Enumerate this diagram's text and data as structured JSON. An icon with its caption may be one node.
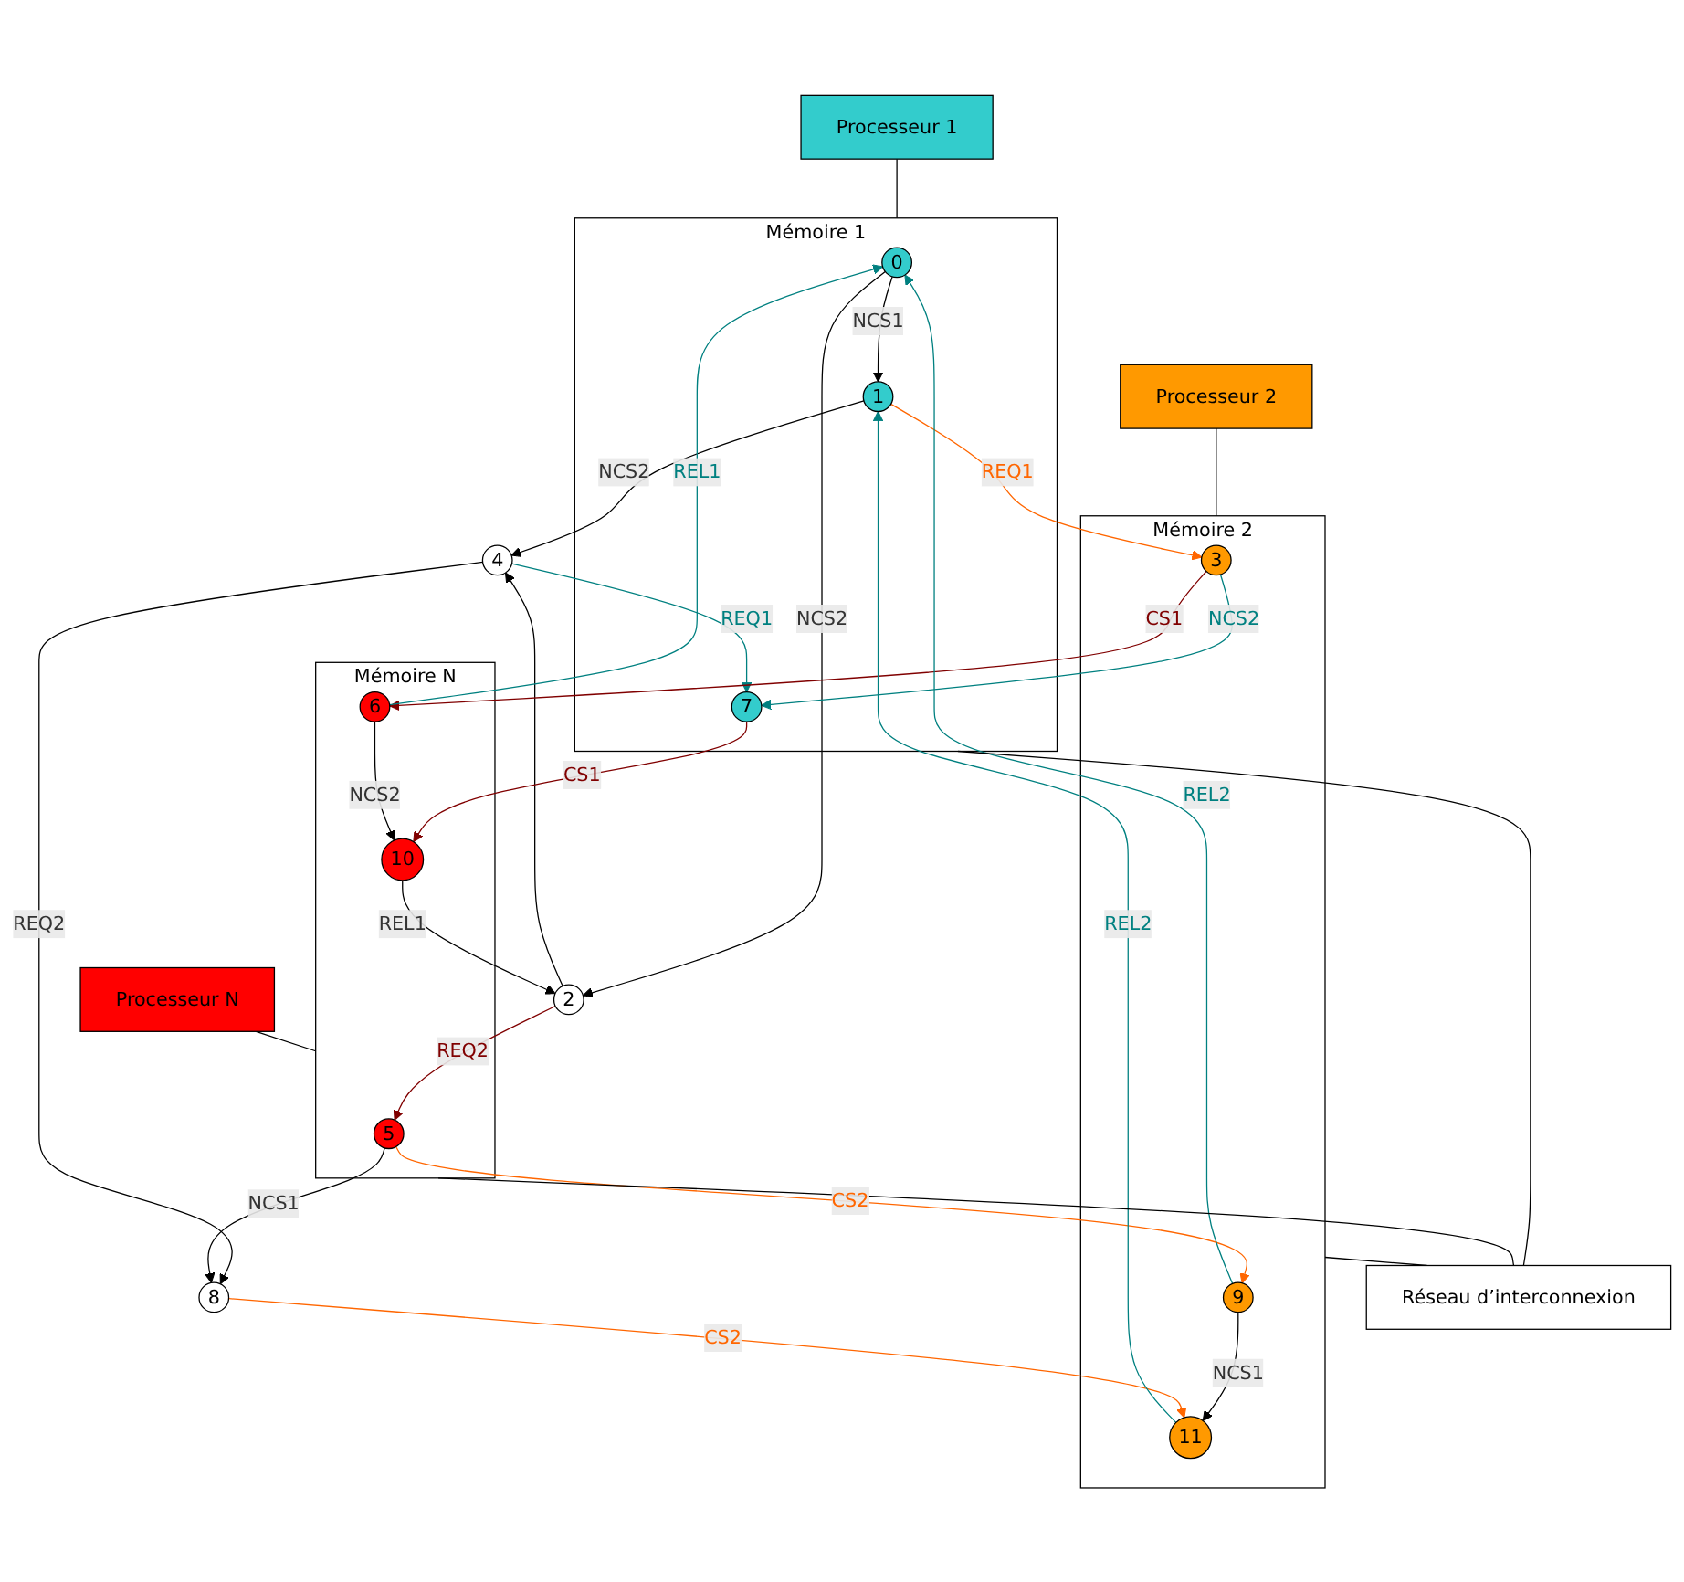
{
  "diagram": {
    "nodes": [
      {
        "text": [
          "Processeur 1"
        ]
      },
      {
        "text": [
          "Processeur 2"
        ]
      },
      {
        "text": [
          "Processeur N"
        ]
      },
      {
        "text": [
          "Mémoire 1"
        ]
      },
      {
        "text": [
          "0"
        ],
        "in": 3
      },
      {
        "text": [
          "1"
        ],
        "in": 3
      },
      {
        "text": [
          "7"
        ],
        "in": 3
      },
      {
        "text": [
          "Mémoire 2"
        ]
      },
      {
        "text": [
          "3"
        ],
        "in": 7
      },
      {
        "text": [
          "9"
        ],
        "in": 7
      },
      {
        "text": [
          "11"
        ],
        "in": 7
      },
      {
        "text": [
          "2"
        ]
      },
      {
        "text": [
          "4"
        ]
      },
      {
        "text": [
          "8"
        ]
      },
      {
        "text": [
          "Mémoire N"
        ]
      },
      {
        "text": [
          "5"
        ],
        "in": 14
      },
      {
        "text": [
          "6"
        ],
        "in": 14
      },
      {
        "text": [
          "10"
        ],
        "in": 14
      },
      {
        "text": [
          "Réseau d’interconnexion"
        ]
      }
    ],
    "edges": [
      {
        "from": 0,
        "to": 3,
        "arrow": "none"
      },
      {
        "from": 1,
        "to": 7,
        "arrow": "none"
      },
      {
        "from": 2,
        "to": 14,
        "arrow": "none"
      },
      {
        "from": 3,
        "to": 18,
        "arrow": "none"
      },
      {
        "from": 7,
        "to": 18,
        "arrow": "none"
      },
      {
        "from": 14,
        "to": 18,
        "arrow": "none"
      },
      {
        "from": 4,
        "to": 5,
        "label": "NCS1",
        "arrow": "to"
      },
      {
        "from": 4,
        "to": 11,
        "label": "NCS2",
        "arrow": "to"
      },
      {
        "from": 5,
        "to": 12,
        "label": "NCS2",
        "arrow": "to"
      },
      {
        "from": 5,
        "to": 8,
        "label": "REQ1",
        "arrow": "to",
        "color": "#ff6600"
      },
      {
        "from": 11,
        "to": 12,
        "arrow": "to"
      },
      {
        "from": 11,
        "to": 15,
        "label": "REQ2",
        "arrow": "to",
        "color": "#800000"
      },
      {
        "from": 8,
        "to": 6,
        "label": "NCS2",
        "arrow": "to",
        "color": "#008080"
      },
      {
        "from": 12,
        "to": 6,
        "label": "REQ1",
        "arrow": "to",
        "color": "#008080"
      },
      {
        "from": 12,
        "to": 13,
        "label": "REQ2",
        "arrow": "to"
      },
      {
        "from": 8,
        "to": 16,
        "label": "CS1",
        "arrow": "to",
        "color": "#800000"
      },
      {
        "from": 15,
        "to": 13,
        "label": "NCS1",
        "arrow": "to"
      },
      {
        "from": 15,
        "to": 9,
        "label": "CS2",
        "arrow": "to",
        "color": "#ff6600"
      },
      {
        "from": 16,
        "to": 4,
        "label": "REL1",
        "arrow": "to",
        "color": "#008080"
      },
      {
        "from": 9,
        "to": 4,
        "label": "REL2",
        "arrow": "to",
        "color": "#008080"
      },
      {
        "from": 6,
        "to": 17,
        "label": "CS1",
        "arrow": "to",
        "color": "#800000"
      },
      {
        "from": 9,
        "to": 10,
        "label": "NCS1",
        "arrow": "to"
      },
      {
        "from": 13,
        "to": 10,
        "label": "CS2",
        "arrow": "to",
        "color": "#ff6600"
      },
      {
        "from": 10,
        "to": 5,
        "label": "REL2",
        "arrow": "to",
        "color": "#008080"
      },
      {
        "from": 16,
        "to": 17,
        "label": "NCS2",
        "arrow": "to"
      },
      {
        "from": 17,
        "to": 11,
        "label": "REL1",
        "arrow": "to"
      }
    ]
  }
}
